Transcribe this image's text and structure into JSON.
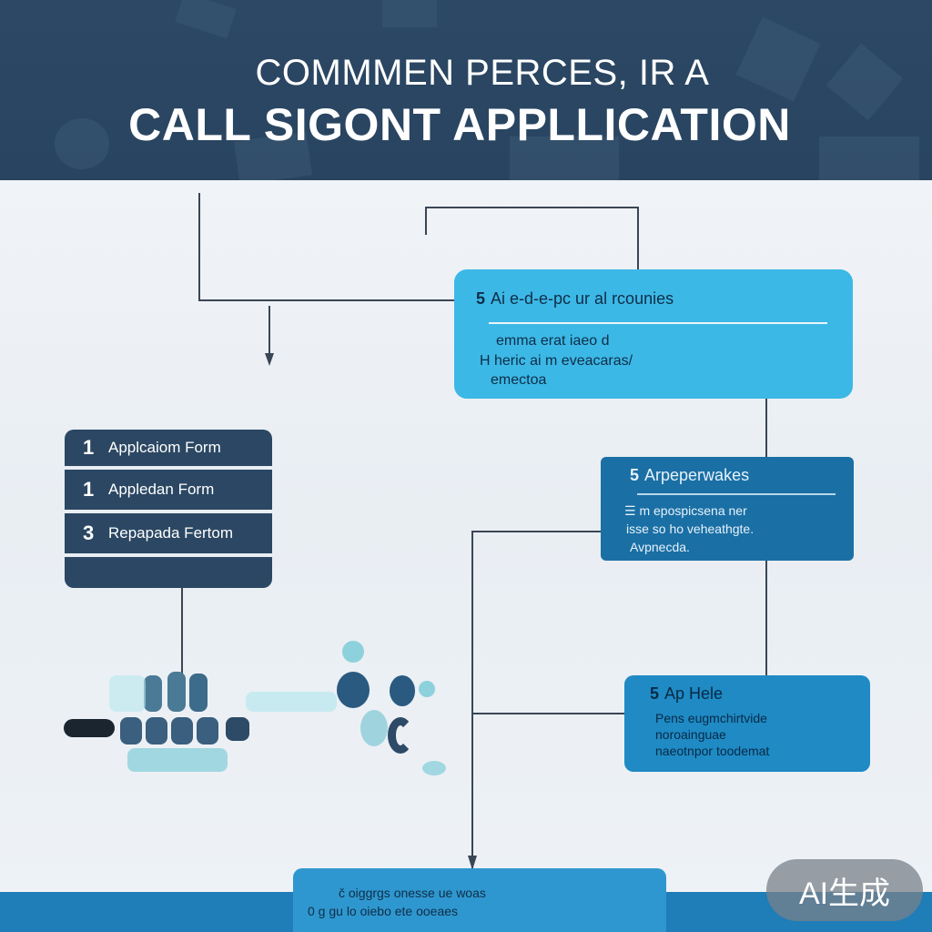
{
  "header": {
    "subtitle": "COMMMEN PERCES, IR A",
    "title": "CALL SIGONT APPLLICATION"
  },
  "boxes": {
    "top": {
      "number": "5",
      "heading": "Ai e-d-e-pc ur al rcounies",
      "lines": [
        "emma erat iaeo d",
        "H heric ai  m eveacaras/",
        "emectoa"
      ]
    },
    "mid": {
      "number": "5",
      "heading": "Arpeperwakes",
      "lines": [
        "☰ m  epospicsena ner",
        "isse so ho veheathgte.",
        "Avpnecda."
      ]
    },
    "low": {
      "number": "5",
      "heading": "Ap Hele",
      "lines": [
        "Pens eugmchirtvide",
        "noroainguae",
        "naeotnpor toodemat"
      ]
    },
    "bottom": {
      "lines": [
        "č oiggrgs onesse ue woas",
        "0 g gu lo oiebo ete ooeaes"
      ]
    }
  },
  "form_list": [
    {
      "number": "1",
      "label": "Applcaiom Form"
    },
    {
      "number": "1",
      "label": "Appledan Form"
    },
    {
      "number": "3",
      "label": "Repapada Fertom"
    }
  ],
  "watermark": "AI生成",
  "colors": {
    "banner": "#2c4864",
    "box_light": "#3cb8e6",
    "box_dark": "#1a6fa5",
    "box_mid": "#1f8ac4",
    "form_panel": "#2b4763",
    "connector": "#3a4654"
  }
}
